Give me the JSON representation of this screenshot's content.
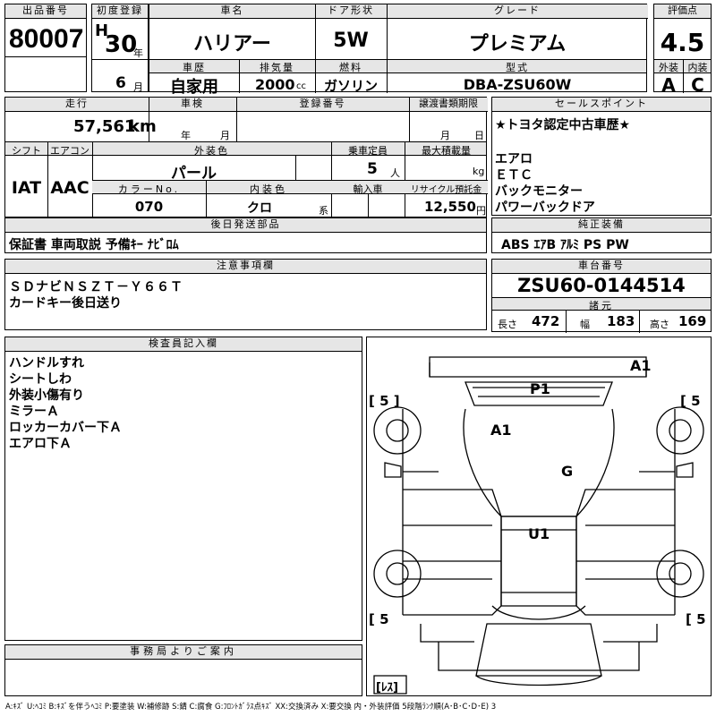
{
  "header": {
    "lot_label": "出品番号",
    "lot": "80007",
    "reg_label": "初度登録",
    "era": "H",
    "year": "30",
    "year_unit": "年",
    "month": "6",
    "month_unit": "月",
    "name_label": "車名",
    "name": "ハリアー",
    "door_label": "ドア形状",
    "door": "5W",
    "grade_label": "グレード",
    "grade": "プレミアム",
    "score_label": "評価点",
    "score": "4.5",
    "history_label": "車歴",
    "history": "自家用",
    "disp_label": "排気量",
    "disp": "2000",
    "disp_unit": "cc",
    "fuel_label": "燃料",
    "fuel": "ガソリン",
    "model_label": "型式",
    "model": "DBA-ZSU60W",
    "ext_label": "外装",
    "ext": "A",
    "int_label": "内装",
    "int": "C"
  },
  "row2": {
    "mileage_label": "走行",
    "mileage": "57,561",
    "mileage_unit": "km",
    "inspection_label": "車検",
    "year_unit": "年",
    "month_unit": "月",
    "regno_label": "登録番号",
    "transfer_label": "譲渡書類期限",
    "t_month": "月",
    "t_day": "日",
    "shift_label": "シフト",
    "shift": "IAT",
    "ac_label": "エアコン",
    "ac": "AAC",
    "color_label": "外装色",
    "color": "パール",
    "seats_label": "乗車定員",
    "seats": "5",
    "seats_unit": "人",
    "load_label": "最大積載量",
    "load_unit": "kg",
    "colorno_label": "カラーNo.",
    "colorno": "070",
    "intcolor_label": "内装色",
    "intcolor": "クロ",
    "intcolor_unit": "系",
    "import_label": "輸入車",
    "recycle_label": "リサイクル預託金",
    "recycle": "12,550",
    "recycle_unit": "円"
  },
  "sales_point": {
    "label": "セールスポイント",
    "lines": [
      "★トヨタ認定中古車歴★",
      "",
      "エアロ",
      "ＥＴＣ",
      "バックモニター",
      "パワーバックドア"
    ]
  },
  "parts_later": {
    "label": "後日発送部品",
    "text": "保証書 車両取説 予備ｷｰ ﾅﾋﾞﾛﾑ"
  },
  "equipment": {
    "label": "純正装備",
    "text": "ABS ｴｱB ｱﾙﾐ PS PW"
  },
  "notes": {
    "label": "注意事項欄",
    "lines": [
      "ＳＤナビＮＳＺＴ－Ｙ６６Ｔ",
      "カードキー後日送り"
    ]
  },
  "chassis": {
    "label": "車台番号",
    "number": "ZSU60-0144514",
    "spec_label": "諸元",
    "len_label": "長さ",
    "len": "472",
    "wid_label": "幅",
    "wid": "183",
    "hgt_label": "高さ",
    "hgt": "169"
  },
  "inspector": {
    "label": "検査員記入欄",
    "lines": [
      "ハンドルすれ",
      "シートしわ",
      "外装小傷有り",
      "ミラーＡ",
      "ロッカーカバー下Ａ",
      "エアロ下Ａ"
    ]
  },
  "diagram": {
    "tyre_fl": "[ 5 ]",
    "tyre_fr": "[ 5",
    "tyre_rl": "[ 5",
    "tyre_rr": "[ 5",
    "spare": "[ﾚｽ]",
    "marks": {
      "a1_front": "A1",
      "p1": "P1",
      "a1_hood": "A1",
      "g": "G",
      "u1": "U1"
    }
  },
  "office": {
    "label": "事務局よりご案内"
  },
  "legend": "A:ｷｽﾞ U:ﾍｺﾐ B:ｷｽﾞを伴うﾍｺﾐ P:要塗装 W:補修跡 S:錆 C:腐食 G:ﾌﾛﾝﾄｶﾞﾗｽ点ｷｽﾞ XX:交換済み X:要交換 内・外装評価 5段階ﾗﾝｸ順(A･B･C･D･E) 3"
}
